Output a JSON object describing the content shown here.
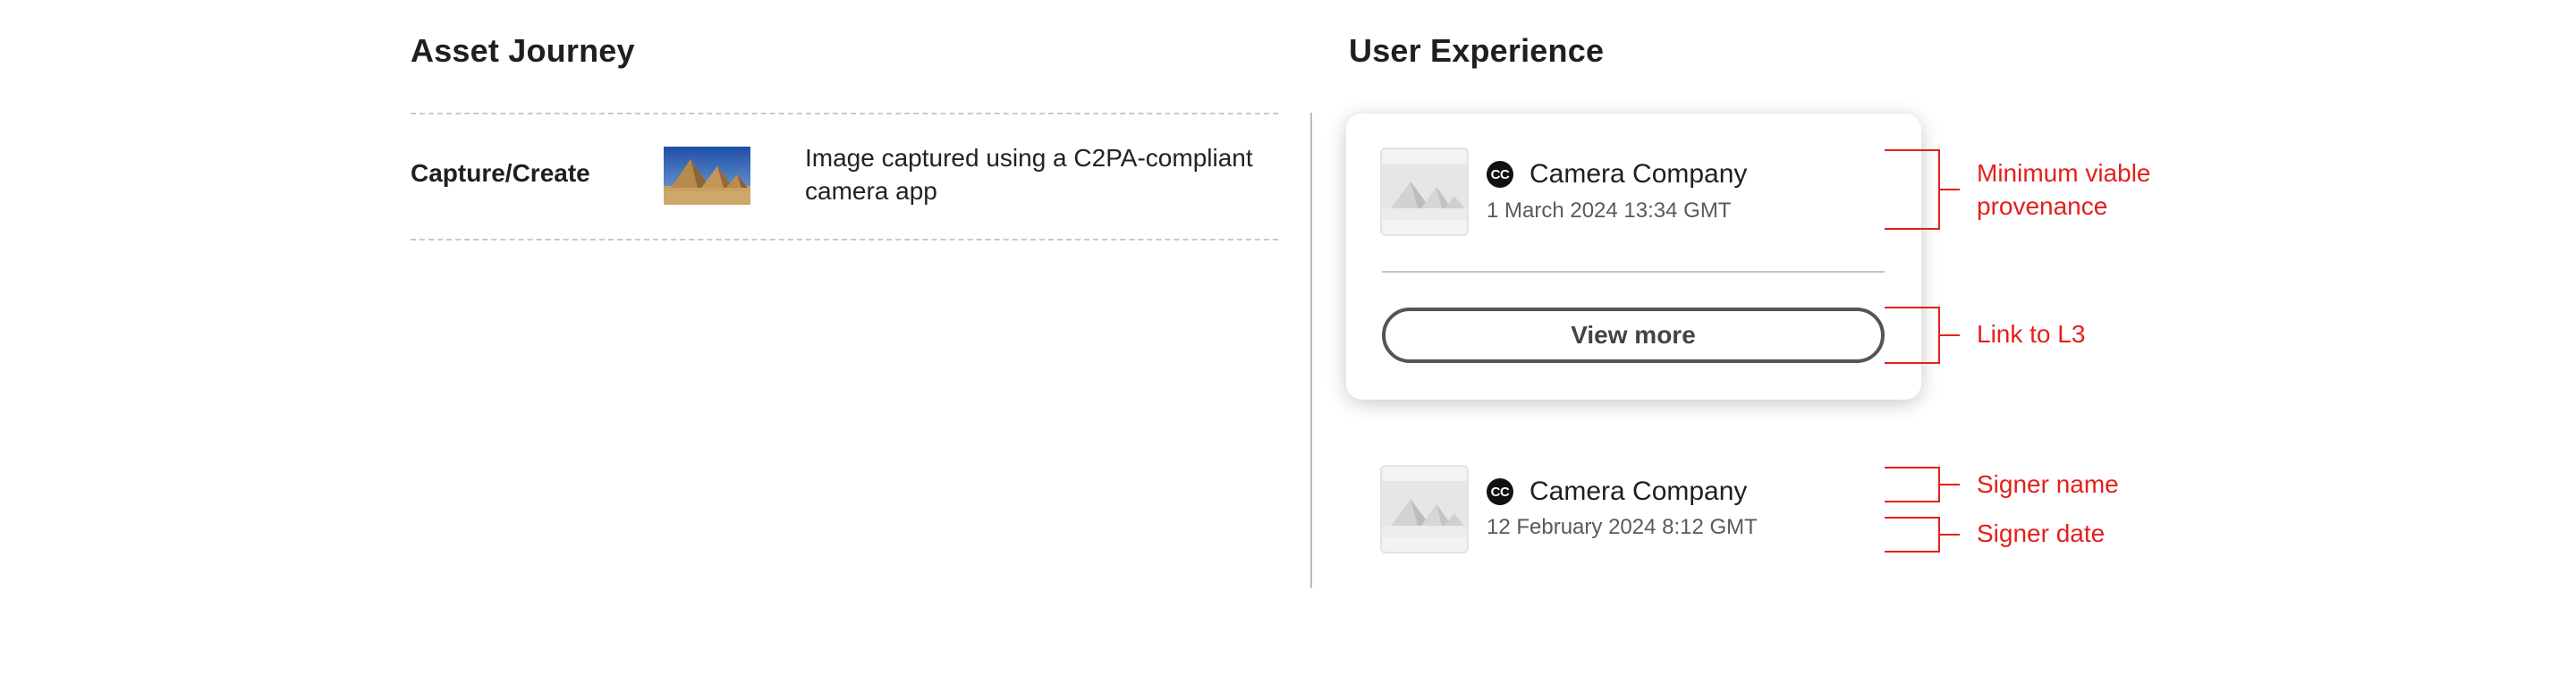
{
  "left": {
    "title": "Asset Journey",
    "stage_label": "Capture/Create",
    "step_description": "Image captured using a C2PA-compliant camera app"
  },
  "right": {
    "title": "User Experience",
    "card": {
      "badge": "CC",
      "signer": "Camera Company",
      "date": "1 March 2024 13:34 GMT",
      "button": "View more"
    },
    "entry": {
      "badge": "CC",
      "signer": "Camera Company",
      "date": "12 February 2024 8:12 GMT"
    }
  },
  "annotations": {
    "minimum_viable": "Minimum viable provenance",
    "link": "Link to L3",
    "signer_name": "Signer name",
    "signer_date": "Signer date"
  },
  "colors": {
    "annotation": "#e4201c",
    "badge": "#111111"
  }
}
